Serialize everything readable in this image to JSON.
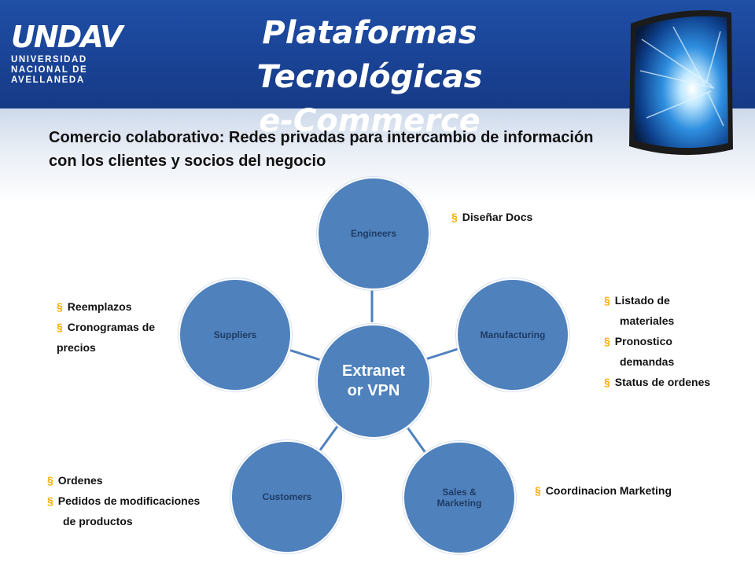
{
  "header": {
    "logo_mark": "UNDAV",
    "logo_lines": [
      "UNIVERSIDAD",
      "NACIONAL DE",
      "AVELLANEDA"
    ],
    "title_line1": "Plataformas Tecnológicas",
    "title_line2": "e-Commerce"
  },
  "subtitle": {
    "line1": "Comercio colaborativo: Redes privadas para intercambio de información",
    "line2": "con los clientes y socios del negocio"
  },
  "diagram": {
    "center": {
      "line1": "Extranet",
      "line2": "or VPN"
    },
    "nodes": {
      "engineers": "Engineers",
      "manufacturing": "Manufacturing",
      "sales_line1": "Sales &",
      "sales_line2": "Marketing",
      "customers": "Customers",
      "suppliers": "Suppliers"
    }
  },
  "notes": {
    "bullet": "§",
    "engineers": [
      "Diseñar Docs"
    ],
    "manufacturing": [
      "Listado  de",
      "materiales",
      "Pronostico",
      "demandas",
      "Status de ordenes"
    ],
    "suppliers": [
      "Reemplazos",
      "Cronogramas de",
      "precios"
    ],
    "sales": [
      "Coordinacion Marketing"
    ],
    "customers": [
      "Ordenes",
      "Pedidos de modificaciones",
      "de productos"
    ]
  },
  "colors": {
    "header": "#1a4395",
    "node_fill": "#4f81bd",
    "connector": "#4f81bd",
    "bullet": "#f6b000"
  }
}
